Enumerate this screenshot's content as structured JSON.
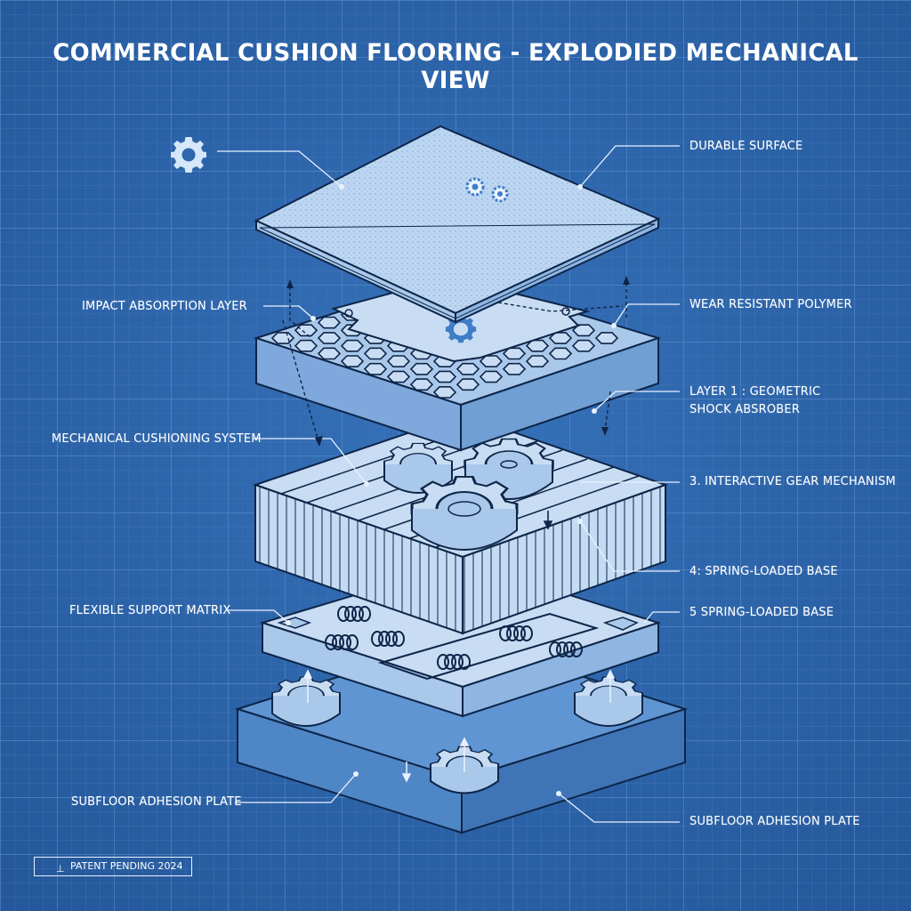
{
  "title": "COMMERCIAL CUSHION FLOORING - EXPLODIED MECHANICAL VIEW",
  "labels": {
    "durable_surface": "DURABLE SURFACE",
    "impact_absorption": "IMPACT ABSORPTION LAYER",
    "wear_resistant": "WEAR RESISTANT POLYMER",
    "layer1_line1": "LAYER 1 : GEOMETRIC",
    "layer1_line2": "SHOCK ABSROBER",
    "mech_cushioning": "MECHANICAL CUSHIONING SYSTEM",
    "gear_mechanism": "3. INTERACTIVE GEAR MECHANISM",
    "spring_base_4": "4: SPRING-LOADED BASE",
    "flexible_support": "FLEXIBLE SUPPORT MATRIX",
    "spring_base_5": "5 SPRING-LOADED BASE",
    "subfloor_left": "SUBFLOOR ADHESION PLATE",
    "subfloor_right": "SUBFLOOR ADHESION PLATE"
  },
  "footer": {
    "patent": "PATENT PENDING 2024",
    "mark": "⊥"
  },
  "icons": [
    "gear-icon"
  ],
  "colors": {
    "background": "#2e67ad",
    "grid": "#4a80c2",
    "layer_light": "#c8ddf3",
    "layer_mid": "#a9c8ea",
    "layer_dark": "#6f9fd3",
    "outline": "#0e2549"
  }
}
